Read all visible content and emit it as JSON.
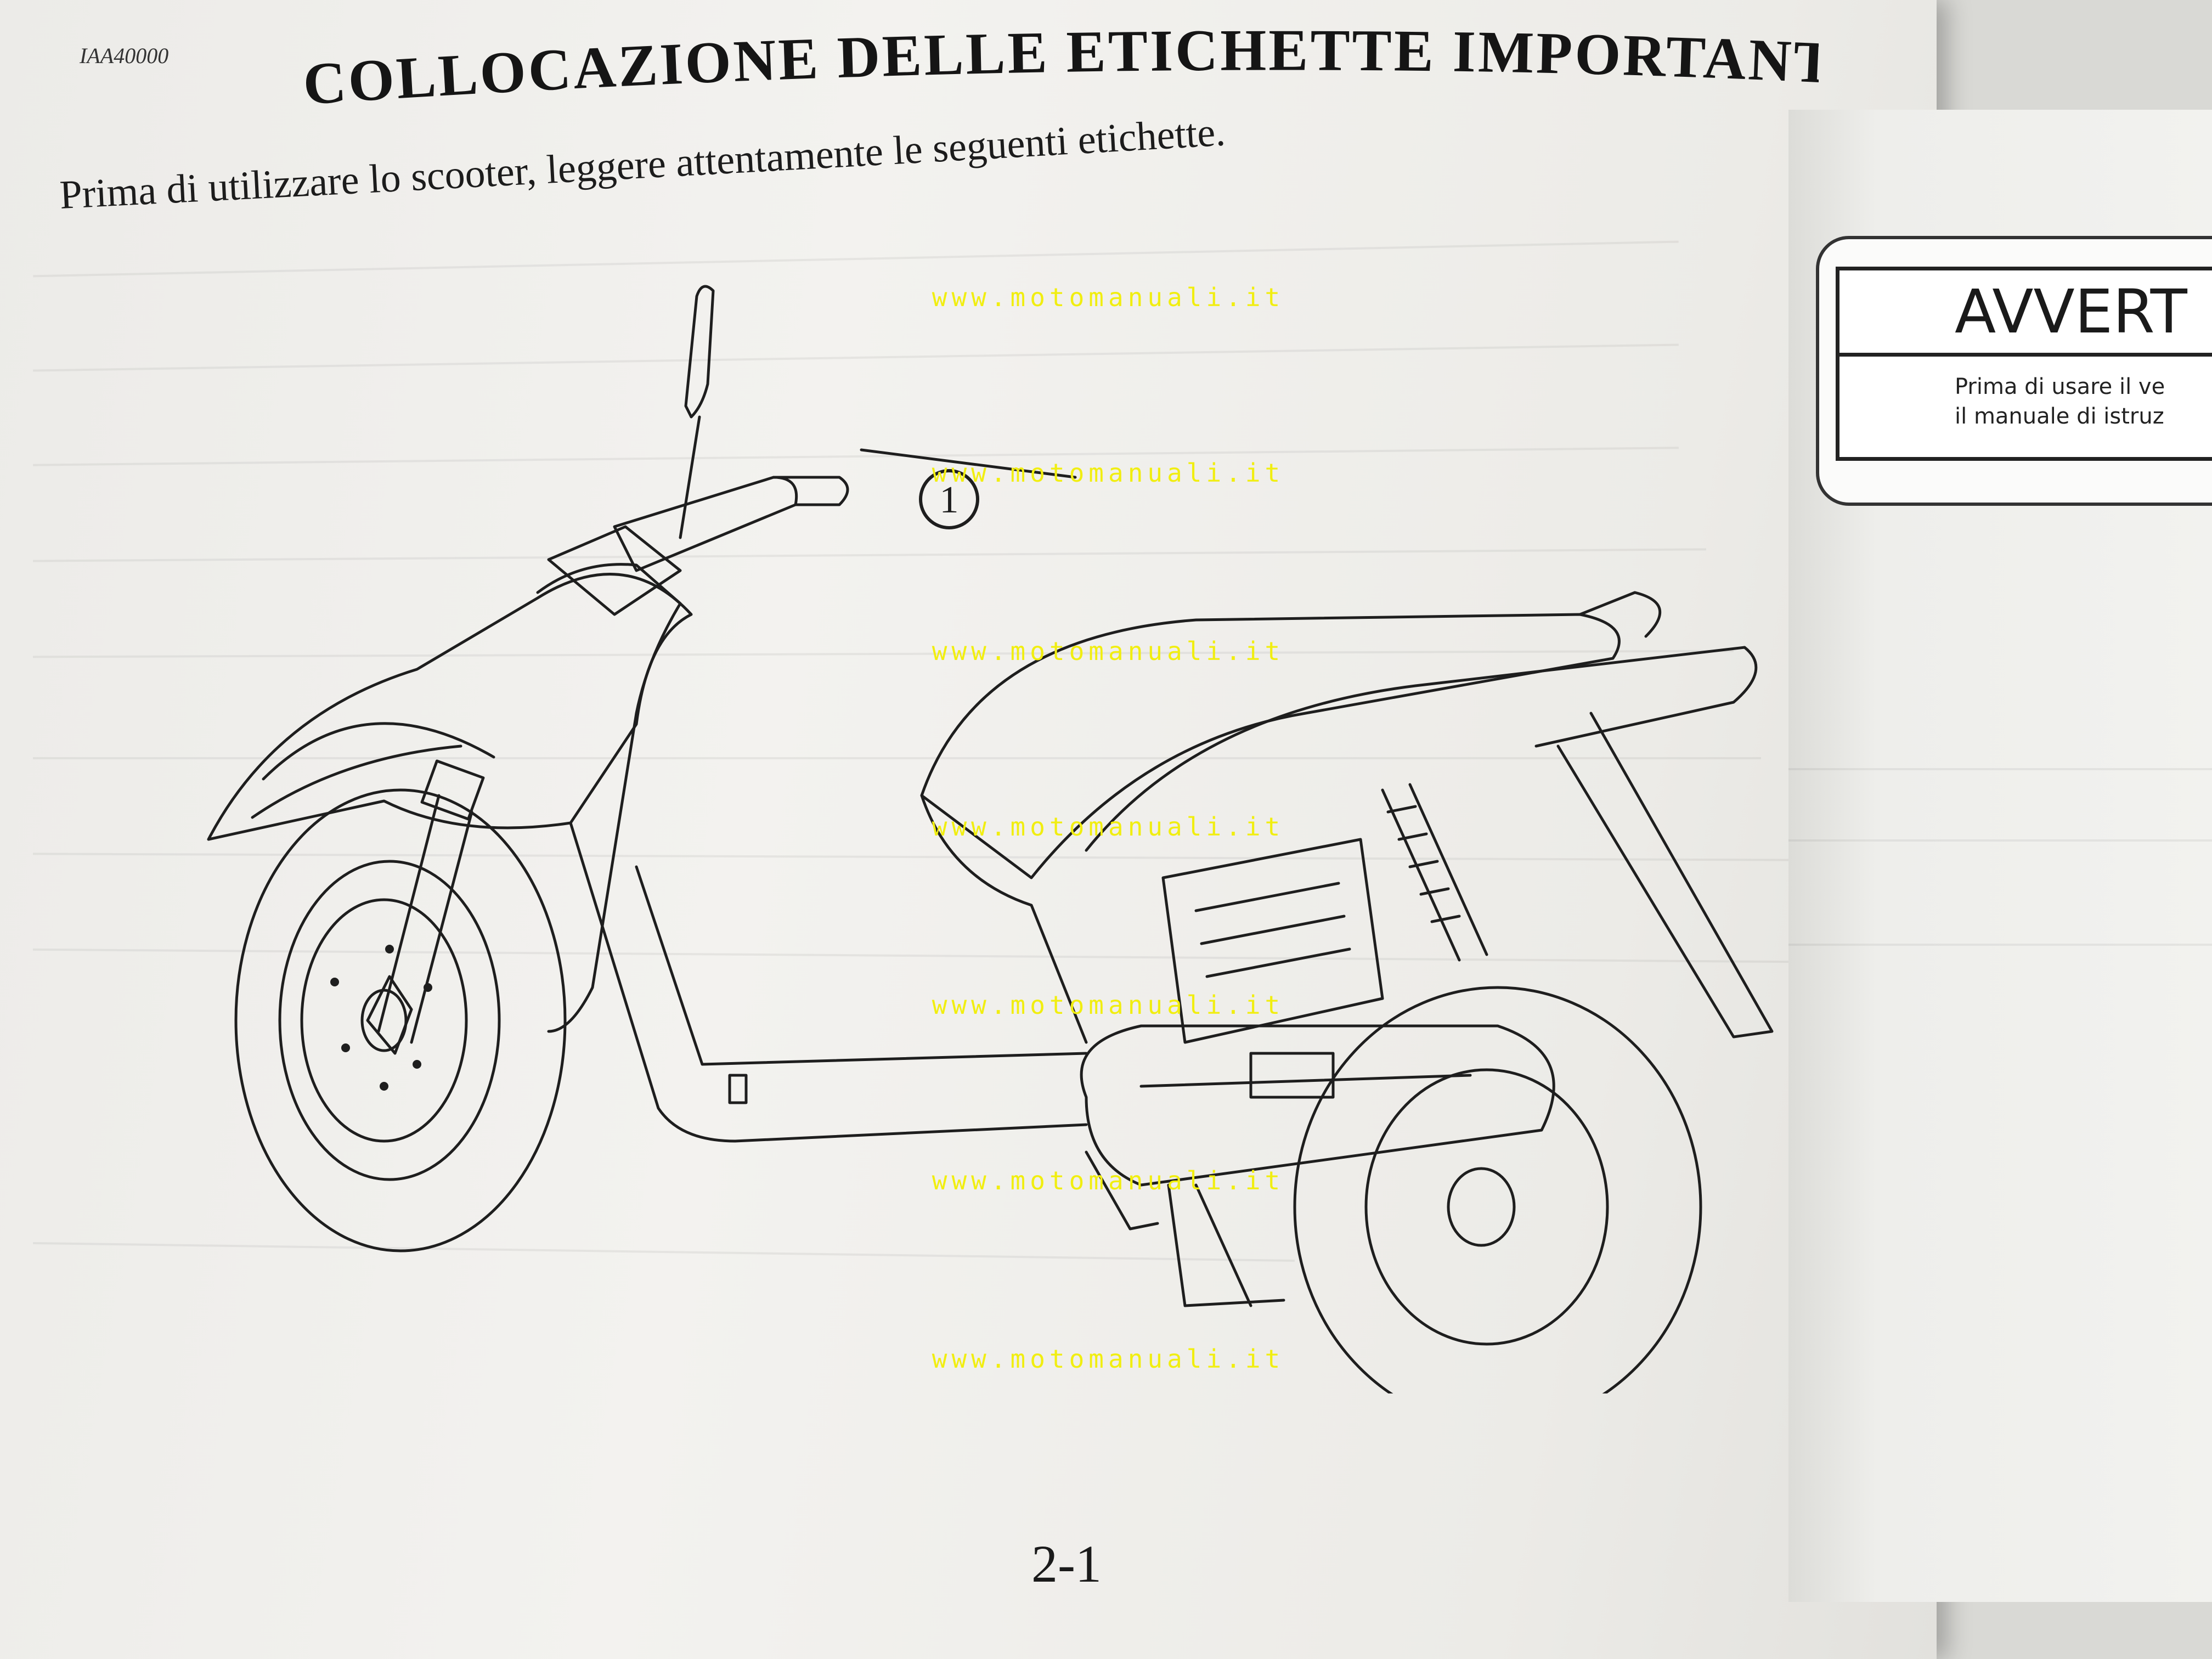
{
  "document": {
    "code": "IAA40000",
    "title": "COLLOCAZIONE DELLE ETICHETTE IMPORTANTI",
    "intro": "Prima di utilizzare lo scooter, leggere attentamente le seguenti etichette.",
    "callout_number": "1",
    "page_number": "2-1"
  },
  "label": {
    "heading": "AVVERT",
    "line1": "Prima di usare il ve",
    "line2": "il manuale di istruz"
  },
  "watermark": {
    "text": "www.motomanuali.it",
    "color": "#f1ee10"
  }
}
